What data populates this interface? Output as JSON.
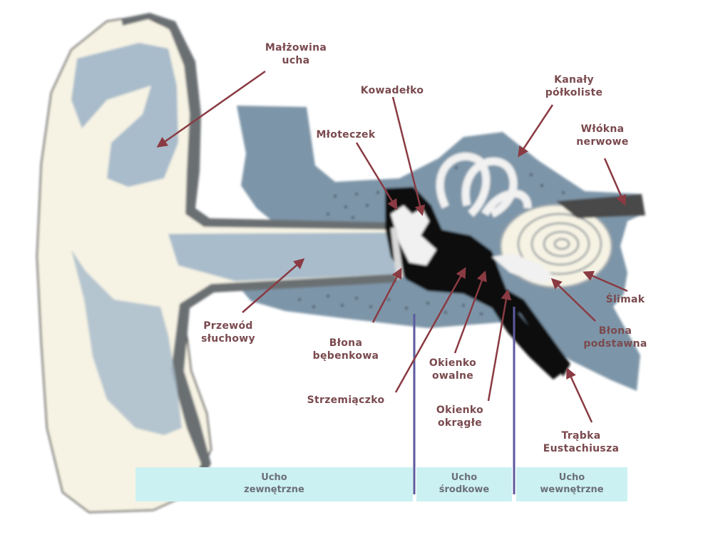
{
  "labels": {
    "malzowina": [
      "Małżowina",
      "ucha"
    ],
    "kowadelko": [
      "Kowadełko"
    ],
    "kanaly": [
      "Kanały",
      "półkoliste"
    ],
    "mloteczek": [
      "Młoteczek"
    ],
    "wlokna": [
      "Włókna",
      "nerwowe"
    ],
    "przewod": [
      "Przewód",
      "słuchowy"
    ],
    "blona_bebenkowa": [
      "Błona",
      "bębenkowa"
    ],
    "strzemiaczko": [
      "Strzemiączko"
    ],
    "okienko_owalne": [
      "Okienko",
      "owalne"
    ],
    "okienko_okragle": [
      "Okienko",
      "okrągłe"
    ],
    "slimak": [
      "Ślimak"
    ],
    "blona_podstawna": [
      "Błona",
      "podstawna"
    ],
    "trabka": [
      "Trąbka",
      "Eustachiusza"
    ]
  },
  "zones": [
    {
      "lines": [
        "Ucho",
        "zewnętrzne"
      ]
    },
    {
      "lines": [
        "Ucho",
        "środkowe"
      ]
    },
    {
      "lines": [
        "Ucho",
        "wewnętrzne"
      ]
    }
  ],
  "colors": {
    "label_text": "#7a4a4e",
    "arrow": "#8a3a42",
    "skin": "#f6f3e4",
    "cartilage": "#a9bccb",
    "bone": "#7d95a8",
    "dark": "#111111",
    "zone_band": "#ccf1f3",
    "divider": "#5c5a9e"
  }
}
